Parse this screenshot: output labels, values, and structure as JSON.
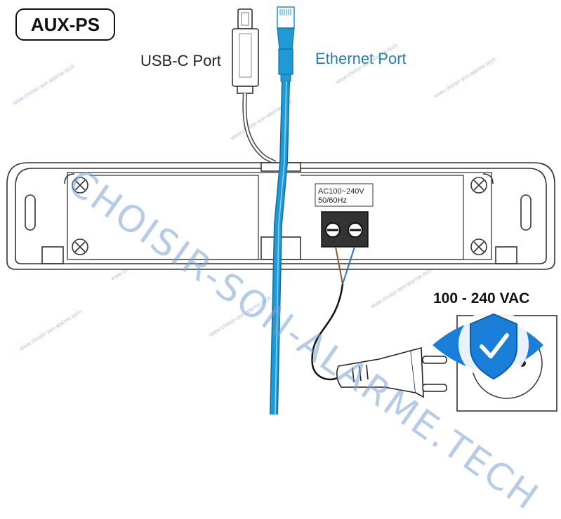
{
  "title": "AUX-PS",
  "labels": {
    "usb": "USB-C Port",
    "ethernet": "Ethernet Port",
    "voltage_range": "100 - 240 VAC",
    "terminal_line1": "AC100~240V",
    "terminal_line2": "50/60Hz"
  },
  "watermark": {
    "text": "CHOISIR-SON-ALARME.TECH",
    "small_text": "www.choisir-son-alarme.tech"
  },
  "colors": {
    "ethernet_cable": "#1f9ad6",
    "ethernet_label": "#2a7fa8",
    "watermark": "#78a0d2",
    "logo_blue": "#1a7fd8"
  },
  "icons": {
    "logo": "shield-eye-icon"
  }
}
